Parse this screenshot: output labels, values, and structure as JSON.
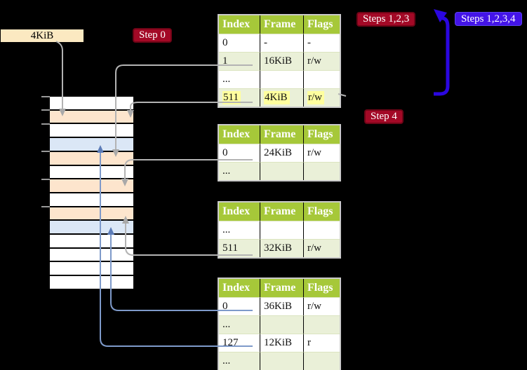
{
  "palette": {
    "background": "#000000",
    "table_header_green": "#a6c839",
    "table_row_green": "#eaf0d8",
    "memory_free_white": "#ffffff",
    "memory_page_table_peach": "#fde5cd",
    "memory_mapped_frame_blue": "#dbe7f6",
    "label_wheat": "#fbe9c1",
    "highlight_yellow": "#ffff9e",
    "badge_red": "#a30926",
    "badge_blue": "#4414e8",
    "arrow_gray": "#b3b3b3",
    "arrow_light_blue": "#7e9aca",
    "arrow_thick_blue": "#2b07e0"
  },
  "labels": {
    "page_size": "4KiB",
    "step0": "Step 0",
    "steps123": "Steps 1,2,3",
    "steps1234": "Steps 1,2,3,4",
    "step4": "Step 4"
  },
  "tables": [
    {
      "columns": [
        "Index",
        "Frame",
        "Flags"
      ],
      "rows": [
        {
          "cells": [
            "0",
            "-",
            "-"
          ]
        },
        {
          "cells": [
            "1",
            "16KiB",
            "r/w"
          ]
        },
        {
          "cells": [
            "...",
            "",
            ""
          ]
        },
        {
          "cells": [
            "511",
            "4KiB",
            "r/w"
          ],
          "highlight": true
        }
      ]
    },
    {
      "columns": [
        "Index",
        "Frame",
        "Flags"
      ],
      "rows": [
        {
          "cells": [
            "0",
            "24KiB",
            "r/w"
          ]
        },
        {
          "cells": [
            "...",
            "",
            ""
          ]
        }
      ]
    },
    {
      "columns": [
        "Index",
        "Frame",
        "Flags"
      ],
      "rows": [
        {
          "cells": [
            "...",
            "",
            ""
          ]
        },
        {
          "cells": [
            "511",
            "32KiB",
            "r/w"
          ]
        }
      ]
    },
    {
      "columns": [
        "Index",
        "Frame",
        "Flags"
      ],
      "rows": [
        {
          "cells": [
            "0",
            "36KiB",
            "r/w"
          ]
        },
        {
          "cells": [
            "...",
            "",
            ""
          ]
        },
        {
          "cells": [
            "127",
            "12KiB",
            "r"
          ]
        },
        {
          "cells": [
            "...",
            "",
            ""
          ]
        }
      ]
    }
  ],
  "memory_strip": {
    "rows": [
      "free",
      "page-table",
      "free",
      "mapped-frame",
      "page-table",
      "free",
      "page-table",
      "free",
      "page-table",
      "mapped-frame",
      "free",
      "free",
      "free",
      "free"
    ]
  }
}
